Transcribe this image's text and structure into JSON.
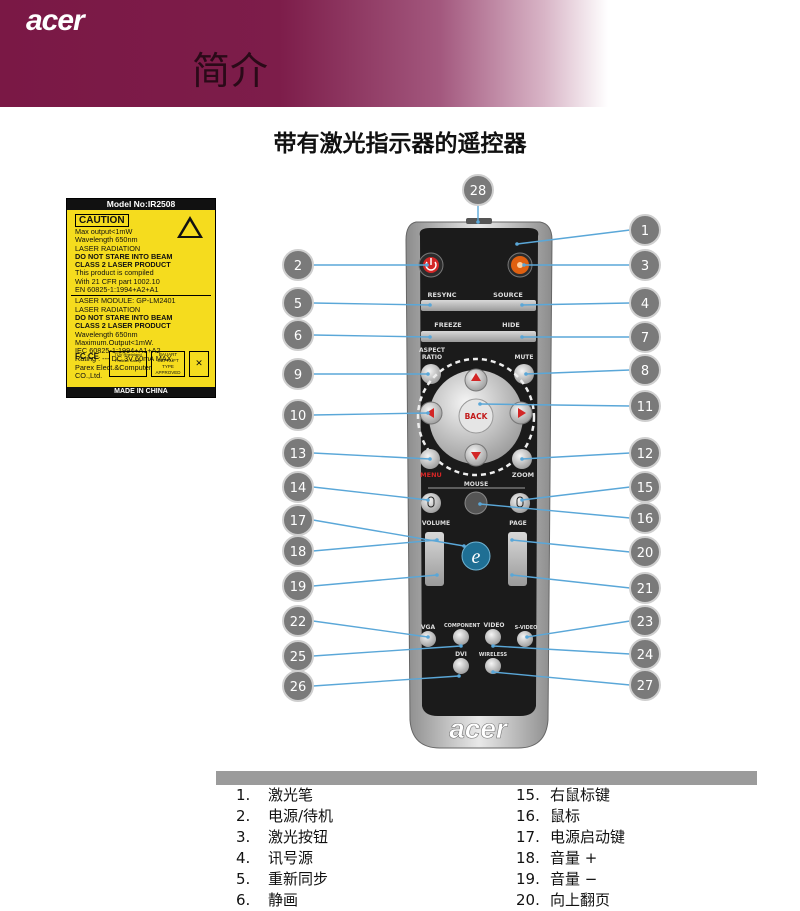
{
  "header": {
    "logo": "acer",
    "title": "简介"
  },
  "page_title": "带有激光指示器的遥控器",
  "laser_label": {
    "model": "Model No:IR2508",
    "caution": "CAUTION",
    "lines_a": [
      "Max output<1mW",
      "Wavelength 650nm",
      "LASER RADIATION",
      "DO NOT STARE INTO BEAM",
      "CLASS 2 LASER PRODUCT",
      "This product is compiled",
      "With 21 CFR part 1002.10",
      "EN 60825-1:1994+A2+A1"
    ],
    "lines_b": [
      "LASER  MODULE: GP-LM2401",
      "LASER RADIATION",
      "DO NOT STARE INTO BEAM",
      "CLASS 2 LASER PRODUCT",
      "Wavelength  650nm",
      "Maximum.Output<1mW.",
      "IEC 60825-1:1994+A1+A2",
      "Rating : ---  DC 3V 60mA MAX.",
      "Parex Elect.&Computer",
      "CO.,Ltd."
    ],
    "cert_fc": "FC CE",
    "cert_tuv": "TÜV Rheinland Product Safety",
    "cert_box": "BAUART GEPRÜFT TYPE APPROVED",
    "footer": "MADE IN CHINA"
  },
  "remote": {
    "brand": "acer",
    "labels": {
      "resync": "RESYNC",
      "source": "SOURCE",
      "freeze": "FREEZE",
      "hide": "HIDE",
      "aspect": "ASPECT",
      "ratio": "RATIO",
      "mute": "MUTE",
      "back": "BACK",
      "menu": "MENU",
      "zoom": "ZOOM",
      "mouse": "MOUSE",
      "volume": "VOLUME",
      "page": "PAGE",
      "vga": "VGA",
      "component": "COMPONENT",
      "video": "VIDEO",
      "svideo": "S-VIDEO",
      "dvi": "DVI",
      "wireless": "WIRELESS",
      "e": "e"
    },
    "callouts": [
      "1",
      "2",
      "3",
      "4",
      "5",
      "6",
      "7",
      "8",
      "9",
      "10",
      "11",
      "12",
      "13",
      "14",
      "15",
      "16",
      "17",
      "18",
      "19",
      "20",
      "21",
      "22",
      "23",
      "24",
      "25",
      "26",
      "27",
      "28"
    ]
  },
  "legend_left": [
    {
      "num": "1.",
      "text": "激光笔"
    },
    {
      "num": "2.",
      "text": "电源/待机"
    },
    {
      "num": "3.",
      "text": "激光按钮"
    },
    {
      "num": "4.",
      "text": "讯号源"
    },
    {
      "num": "5.",
      "text": "重新同步"
    },
    {
      "num": "6.",
      "text": "静画"
    }
  ],
  "legend_right": [
    {
      "num": "15.",
      "text": "右鼠标键"
    },
    {
      "num": "16.",
      "text": "鼠标"
    },
    {
      "num": "17.",
      "text": "电源启动键"
    },
    {
      "num": "18.",
      "text": "音量 +"
    },
    {
      "num": "19.",
      "text": "音量 −"
    },
    {
      "num": "20.",
      "text": "向上翻页"
    }
  ],
  "colors": {
    "header": "#7a1845",
    "callout": "#7a7a7a",
    "remote_body": "#1b1b1b",
    "label_yellow": "#f5dc1e"
  }
}
